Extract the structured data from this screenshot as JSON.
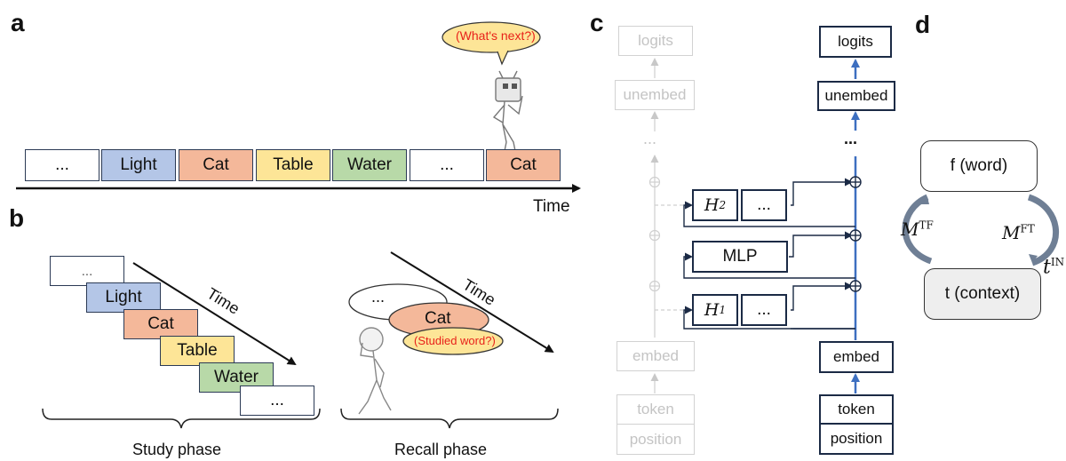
{
  "labels": {
    "a": "a",
    "b": "b",
    "c": "c",
    "d": "d"
  },
  "panel_a": {
    "sequence": [
      "...",
      "Light",
      "Cat",
      "Table",
      "Water",
      "...",
      "Cat"
    ],
    "time_label": "Time",
    "speech": "(What's next?)"
  },
  "panel_b": {
    "study_words": [
      "...",
      "Light",
      "Cat",
      "Table",
      "Water",
      "..."
    ],
    "time_label": "Time",
    "recall_time_label": "Time",
    "study_caption": "Study phase",
    "recall_caption": "Recall phase",
    "bubble_dots": "...",
    "bubble_word": "Cat",
    "bubble_question": "(Studied word?)"
  },
  "panel_c": {
    "ghost": {
      "logits": "logits",
      "unembed": "unembed",
      "dots": "...",
      "embed": "embed",
      "token": "token",
      "position": "position"
    },
    "active": {
      "logits": "logits",
      "unembed": "unembed",
      "dots": "...",
      "embed": "embed",
      "token": "token",
      "position": "position"
    },
    "h2": "H",
    "h2_sub": "2",
    "h1": "H",
    "h1_sub": "1",
    "mlp": "MLP",
    "more2": "...",
    "more1": "..."
  },
  "panel_d": {
    "top": "f (word)",
    "bottom": "t (context)",
    "m_tf": "M",
    "m_tf_sup": "TF",
    "m_ft": "M",
    "m_ft_sup": "FT",
    "t_in": "t",
    "t_in_sup": "IN"
  }
}
